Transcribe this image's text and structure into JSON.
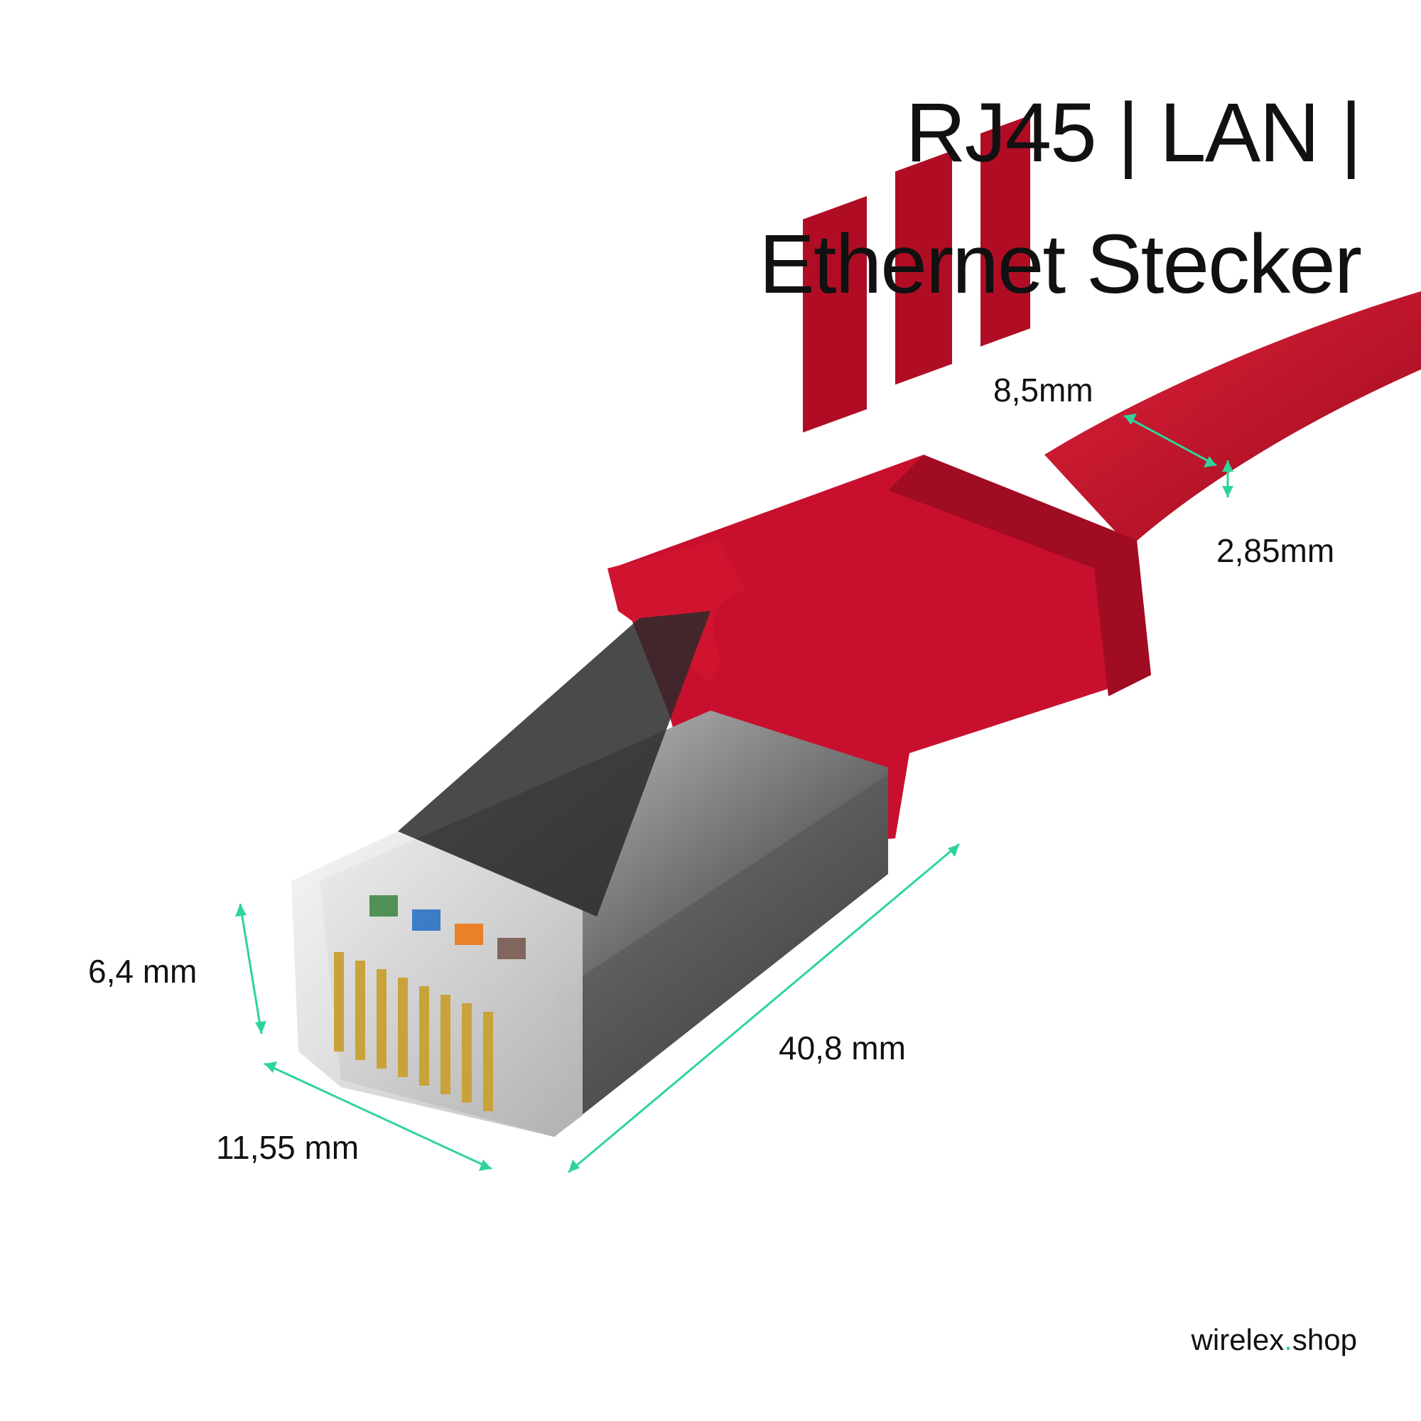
{
  "title": {
    "line1": "RJ45 | LAN |",
    "line2": "Ethernet Stecker"
  },
  "dimensions": {
    "cable_width": "8,5mm",
    "cable_height": "2,85mm",
    "plug_height": "6,4 mm",
    "plug_length": "40,8 mm",
    "plug_width": "11,55 mm"
  },
  "brand": {
    "name": "wirelex",
    "dot": ".",
    "tld": "shop"
  },
  "colors": {
    "cable_red": "#c8102e",
    "arrow_green": "#2fd49a",
    "metal": "#8a8a8a"
  }
}
